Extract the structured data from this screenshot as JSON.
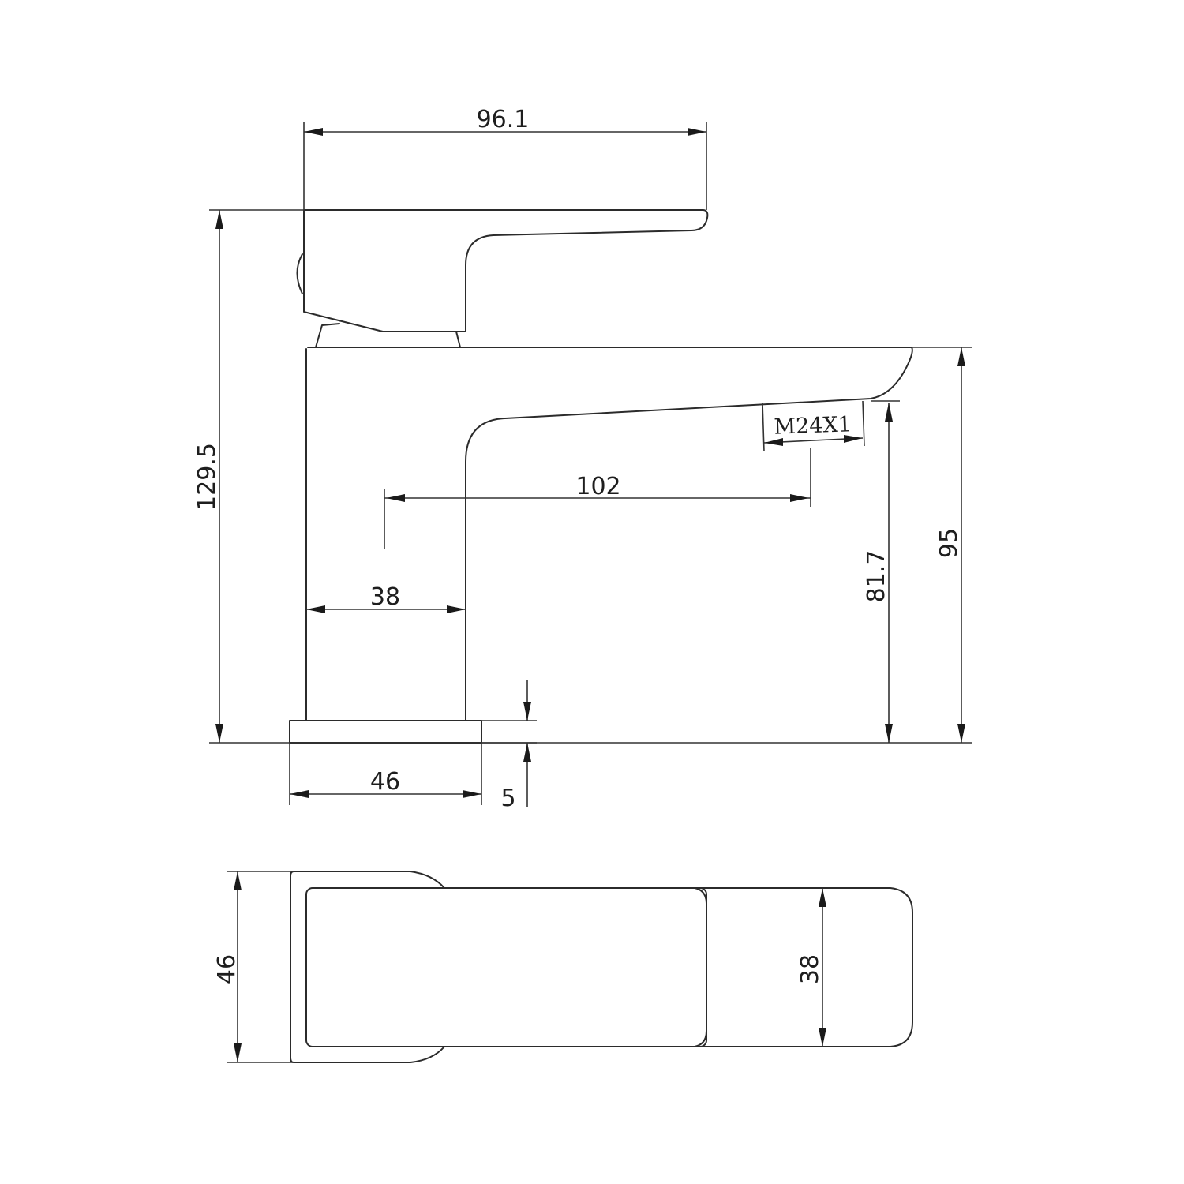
{
  "drawing": {
    "title": "Basin mixer tap technical drawing",
    "side_view": {
      "dimensions": {
        "handle_length": "96.1",
        "total_height": "129.5",
        "spout_reach": "102",
        "thread": "M24X1",
        "spout_outlet_height": "81.7",
        "spout_top_height": "95",
        "body_width": "38",
        "base_width": "46",
        "base_thickness": "5"
      }
    },
    "top_view": {
      "dimensions": {
        "base_depth": "46",
        "spout_depth": "38"
      }
    },
    "colors": {
      "line": "#2b2b2b",
      "background": "#ffffff"
    }
  }
}
